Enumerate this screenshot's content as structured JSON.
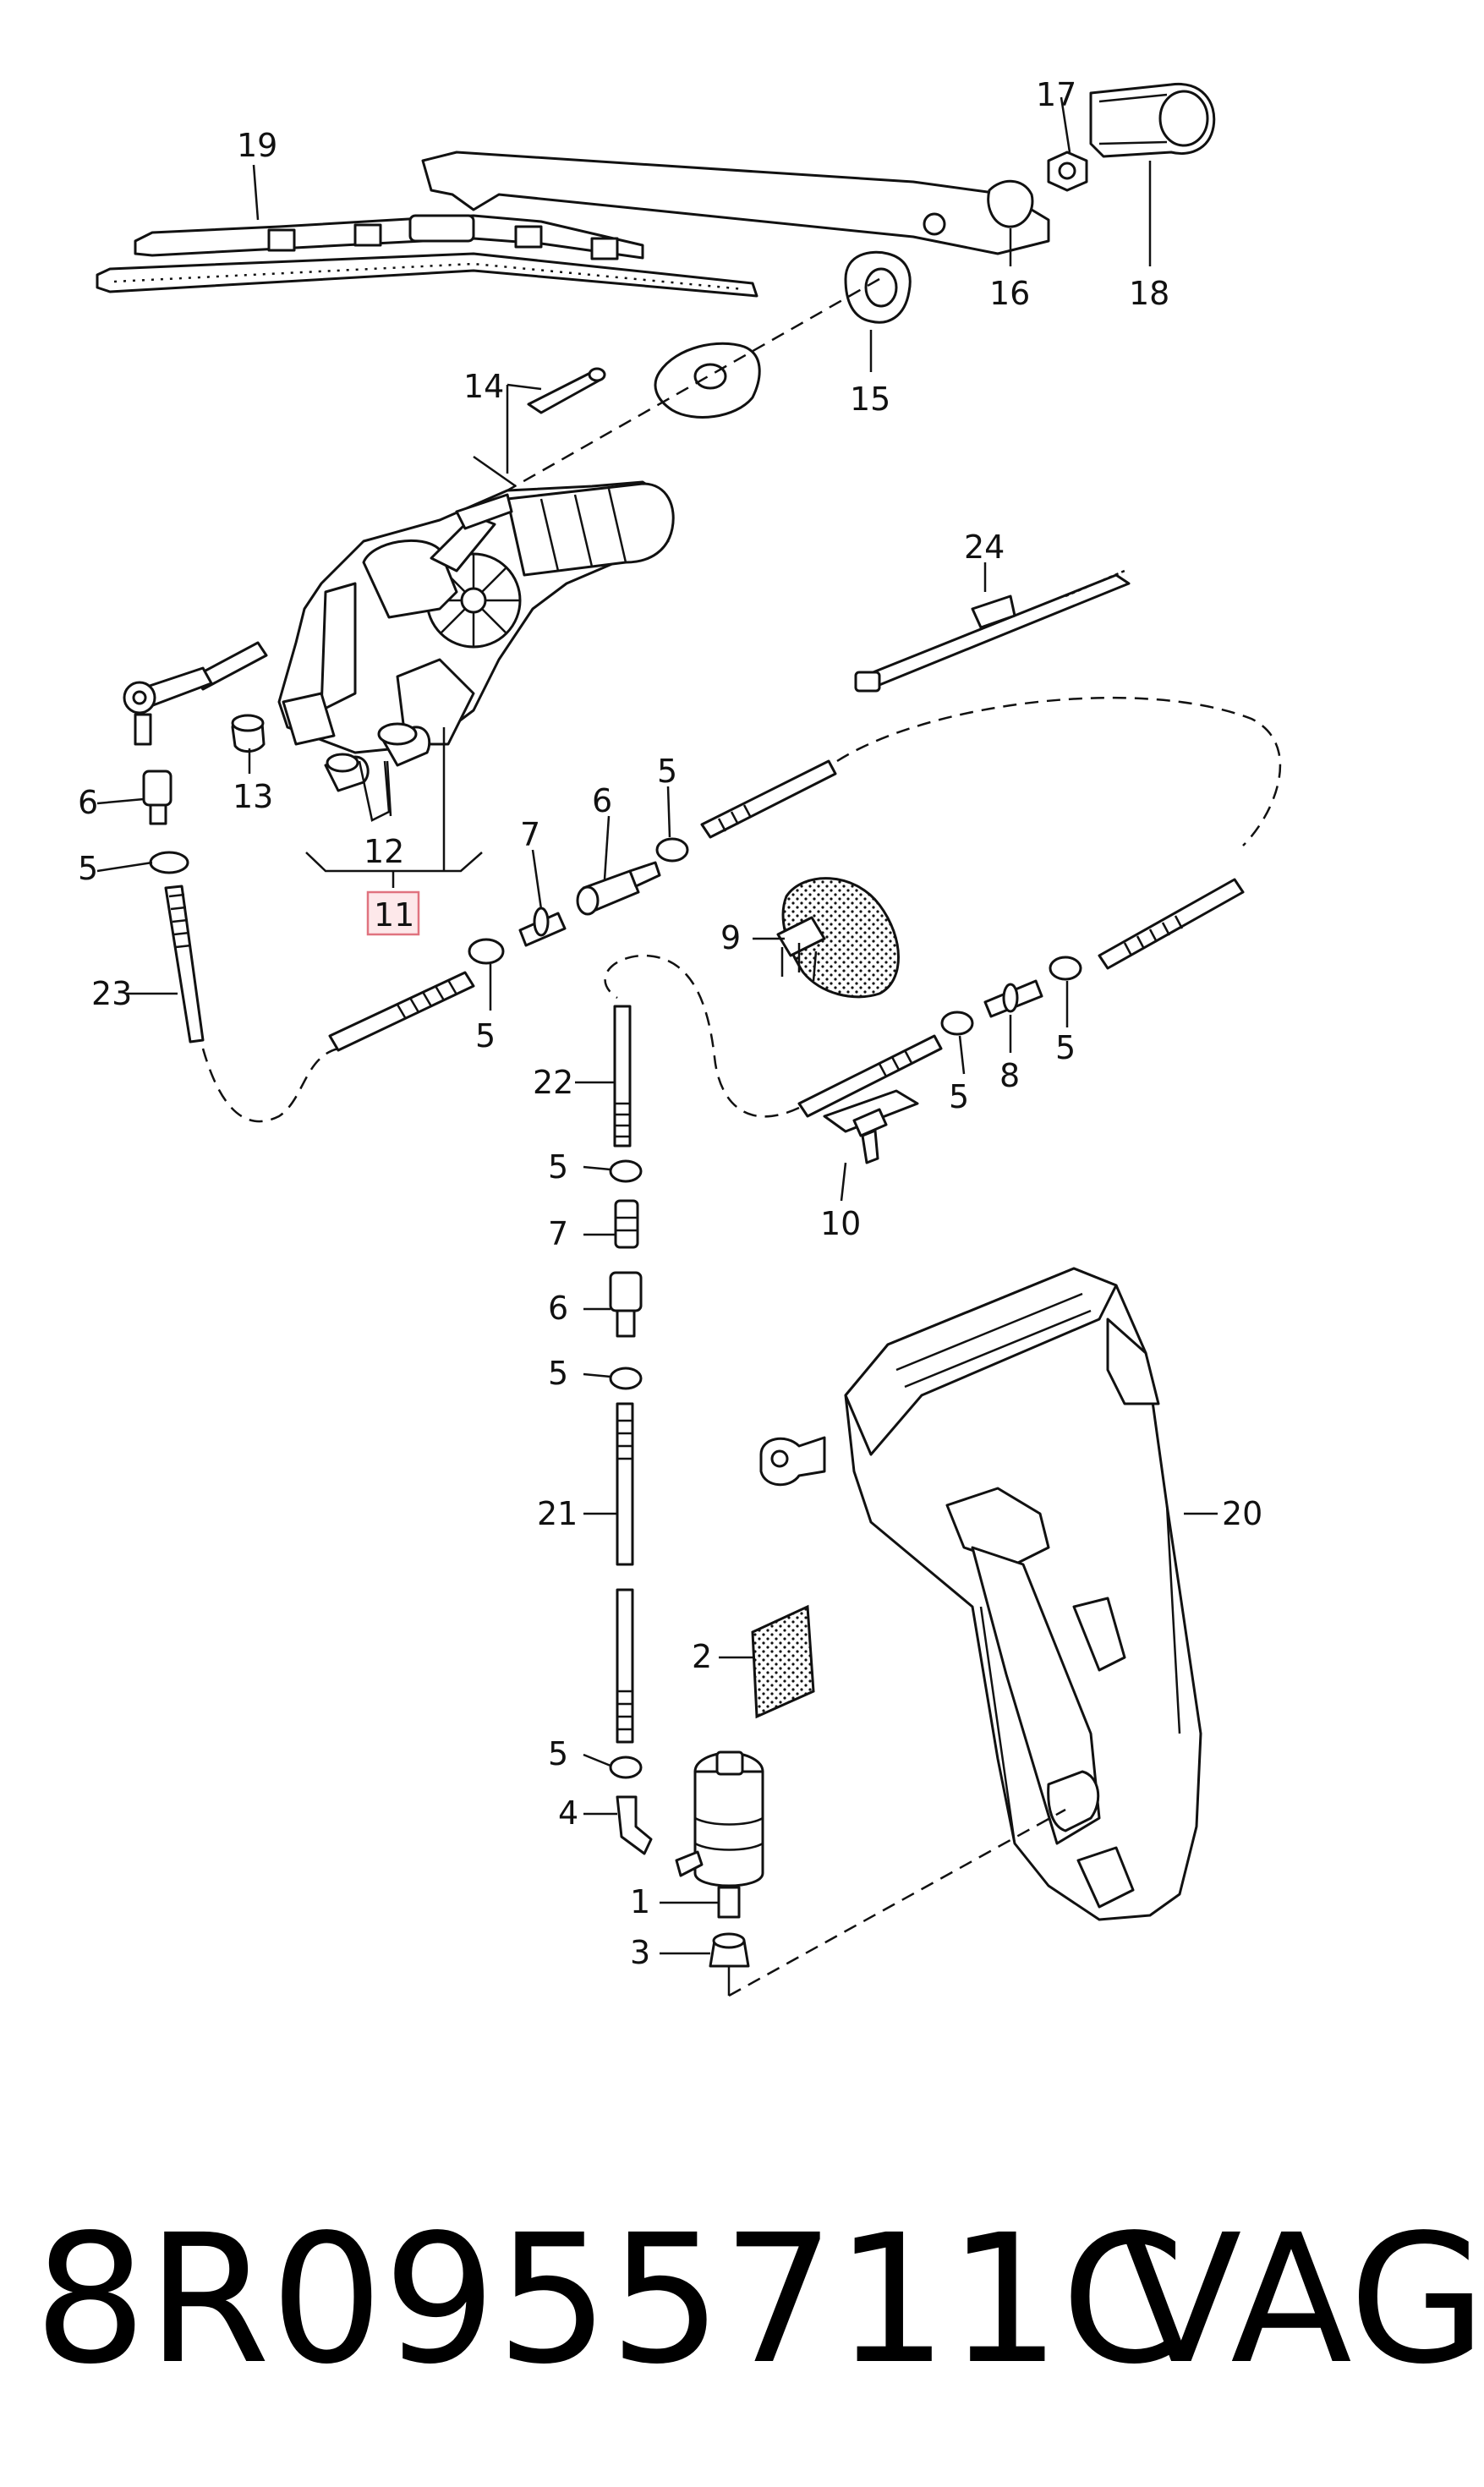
{
  "callouts": {
    "c1": "1",
    "c2": "2",
    "c3": "3",
    "c4": "4",
    "c5a": "5",
    "c5b": "5",
    "c5c": "5",
    "c5d": "5",
    "c5e": "5",
    "c5f": "5",
    "c5g": "5",
    "c5h": "5",
    "c6a": "6",
    "c6b": "6",
    "c6c": "6",
    "c7a": "7",
    "c7b": "7",
    "c8": "8",
    "c9": "9",
    "c10": "10",
    "c11": "11",
    "c12": "12",
    "c13": "13",
    "c14": "14",
    "c15": "15",
    "c16": "16",
    "c17": "17",
    "c18": "18",
    "c19": "19",
    "c20": "20",
    "c21": "21",
    "c22": "22",
    "c23": "23",
    "c24": "24"
  },
  "highlight_color": "#e0737f",
  "footer": {
    "part_number": "8R0955711C",
    "brand": "VAG"
  }
}
